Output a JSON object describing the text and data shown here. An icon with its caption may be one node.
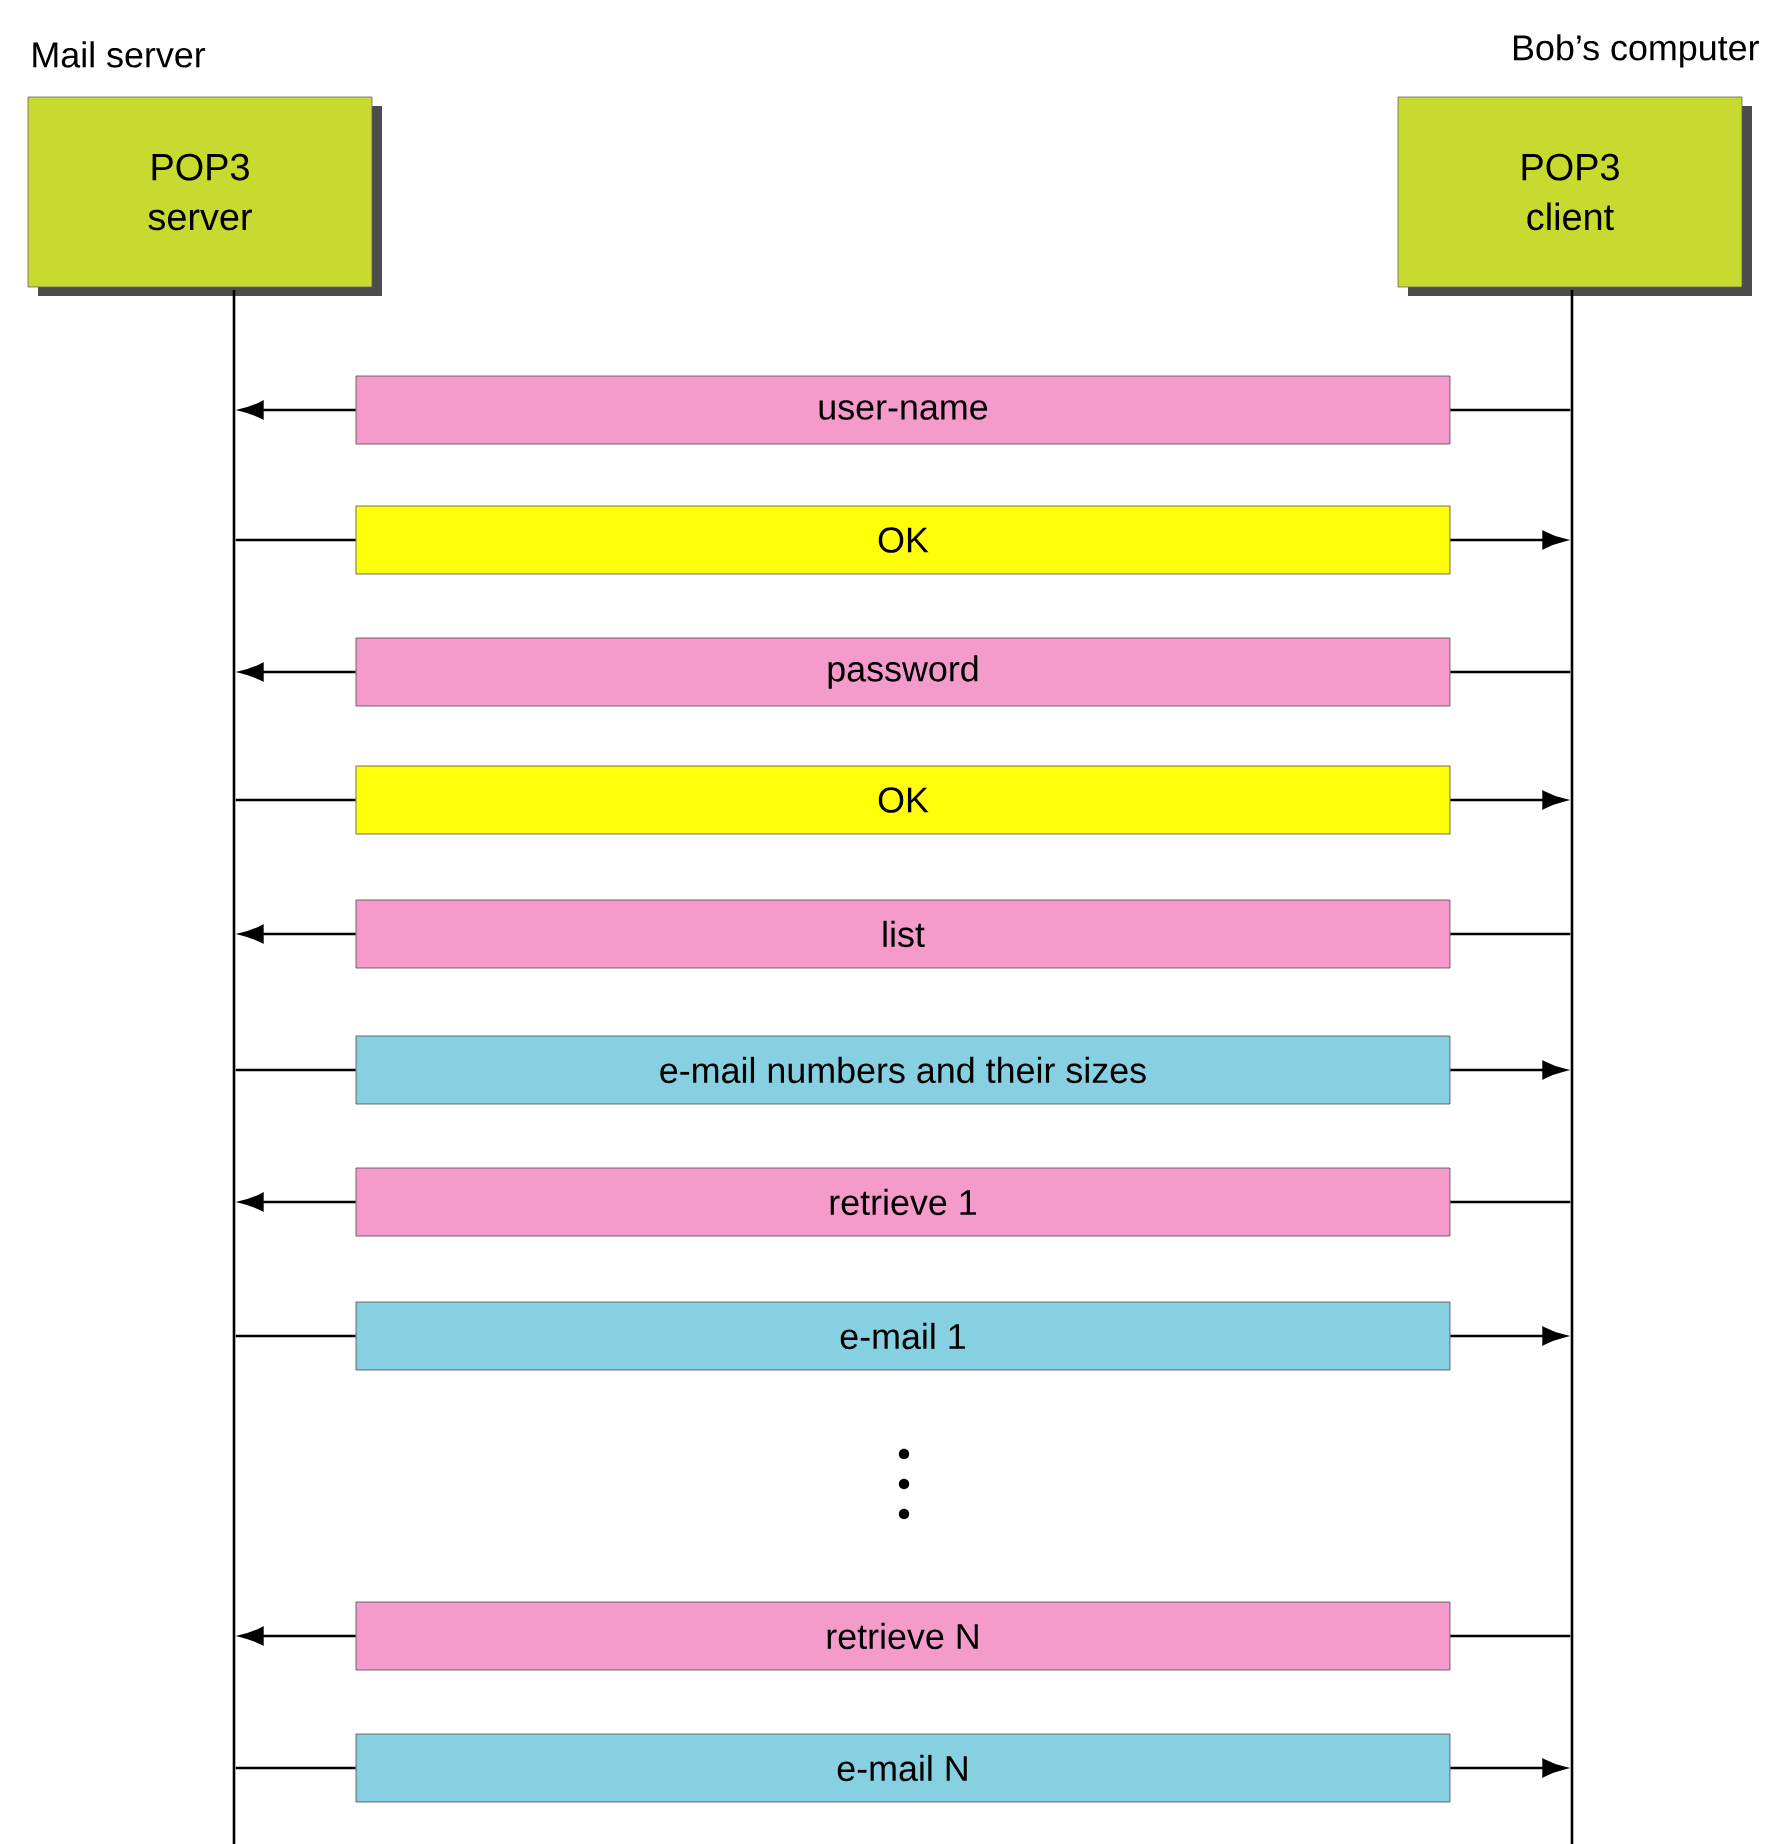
{
  "diagram": {
    "nodes": [
      {
        "text": [
          "POP3 server"
        ],
        "beside": [
          "Mail server"
        ]
      },
      {
        "text": [
          "POP3 client"
        ],
        "beside": [
          "Bob’s computer"
        ]
      },
      {
        "text": [],
        "shape": "bar"
      },
      {
        "text": [],
        "shape": "bar"
      },
      {
        "text": [
          "user-name"
        ]
      },
      {
        "text": [
          "OK"
        ]
      },
      {
        "text": [
          "password"
        ]
      },
      {
        "text": [
          "OK"
        ]
      },
      {
        "text": [
          "list"
        ]
      },
      {
        "text": [
          "e-mail numbers and their sizes"
        ]
      },
      {
        "text": [
          "retrieve 1"
        ]
      },
      {
        "text": [
          "e-mail 1"
        ]
      },
      {
        "text": [
          "retrieve N"
        ]
      },
      {
        "text": [
          "e-mail N"
        ]
      }
    ],
    "edges": [
      {
        "from": 3,
        "to": 4,
        "arrow": "none"
      },
      {
        "from": 4,
        "to": 2,
        "arrow": "to"
      },
      {
        "from": 2,
        "to": 5,
        "arrow": "none"
      },
      {
        "from": 5,
        "to": 3,
        "arrow": "to"
      },
      {
        "from": 3,
        "to": 6,
        "arrow": "none"
      },
      {
        "from": 6,
        "to": 2,
        "arrow": "to"
      },
      {
        "from": 2,
        "to": 7,
        "arrow": "none"
      },
      {
        "from": 7,
        "to": 3,
        "arrow": "to"
      },
      {
        "from": 3,
        "to": 8,
        "arrow": "none"
      },
      {
        "from": 8,
        "to": 2,
        "arrow": "to"
      },
      {
        "from": 2,
        "to": 9,
        "arrow": "none"
      },
      {
        "from": 9,
        "to": 3,
        "arrow": "to"
      },
      {
        "from": 3,
        "to": 10,
        "arrow": "none"
      },
      {
        "from": 10,
        "to": 2,
        "arrow": "to"
      },
      {
        "from": 2,
        "to": 11,
        "arrow": "none"
      },
      {
        "from": 11,
        "to": 3,
        "arrow": "to"
      },
      {
        "from": 3,
        "to": 12,
        "arrow": "none"
      },
      {
        "from": 12,
        "to": 2,
        "arrow": "to"
      },
      {
        "from": 2,
        "to": 13,
        "arrow": "none"
      },
      {
        "from": 13,
        "to": 3,
        "arrow": "to"
      }
    ]
  }
}
